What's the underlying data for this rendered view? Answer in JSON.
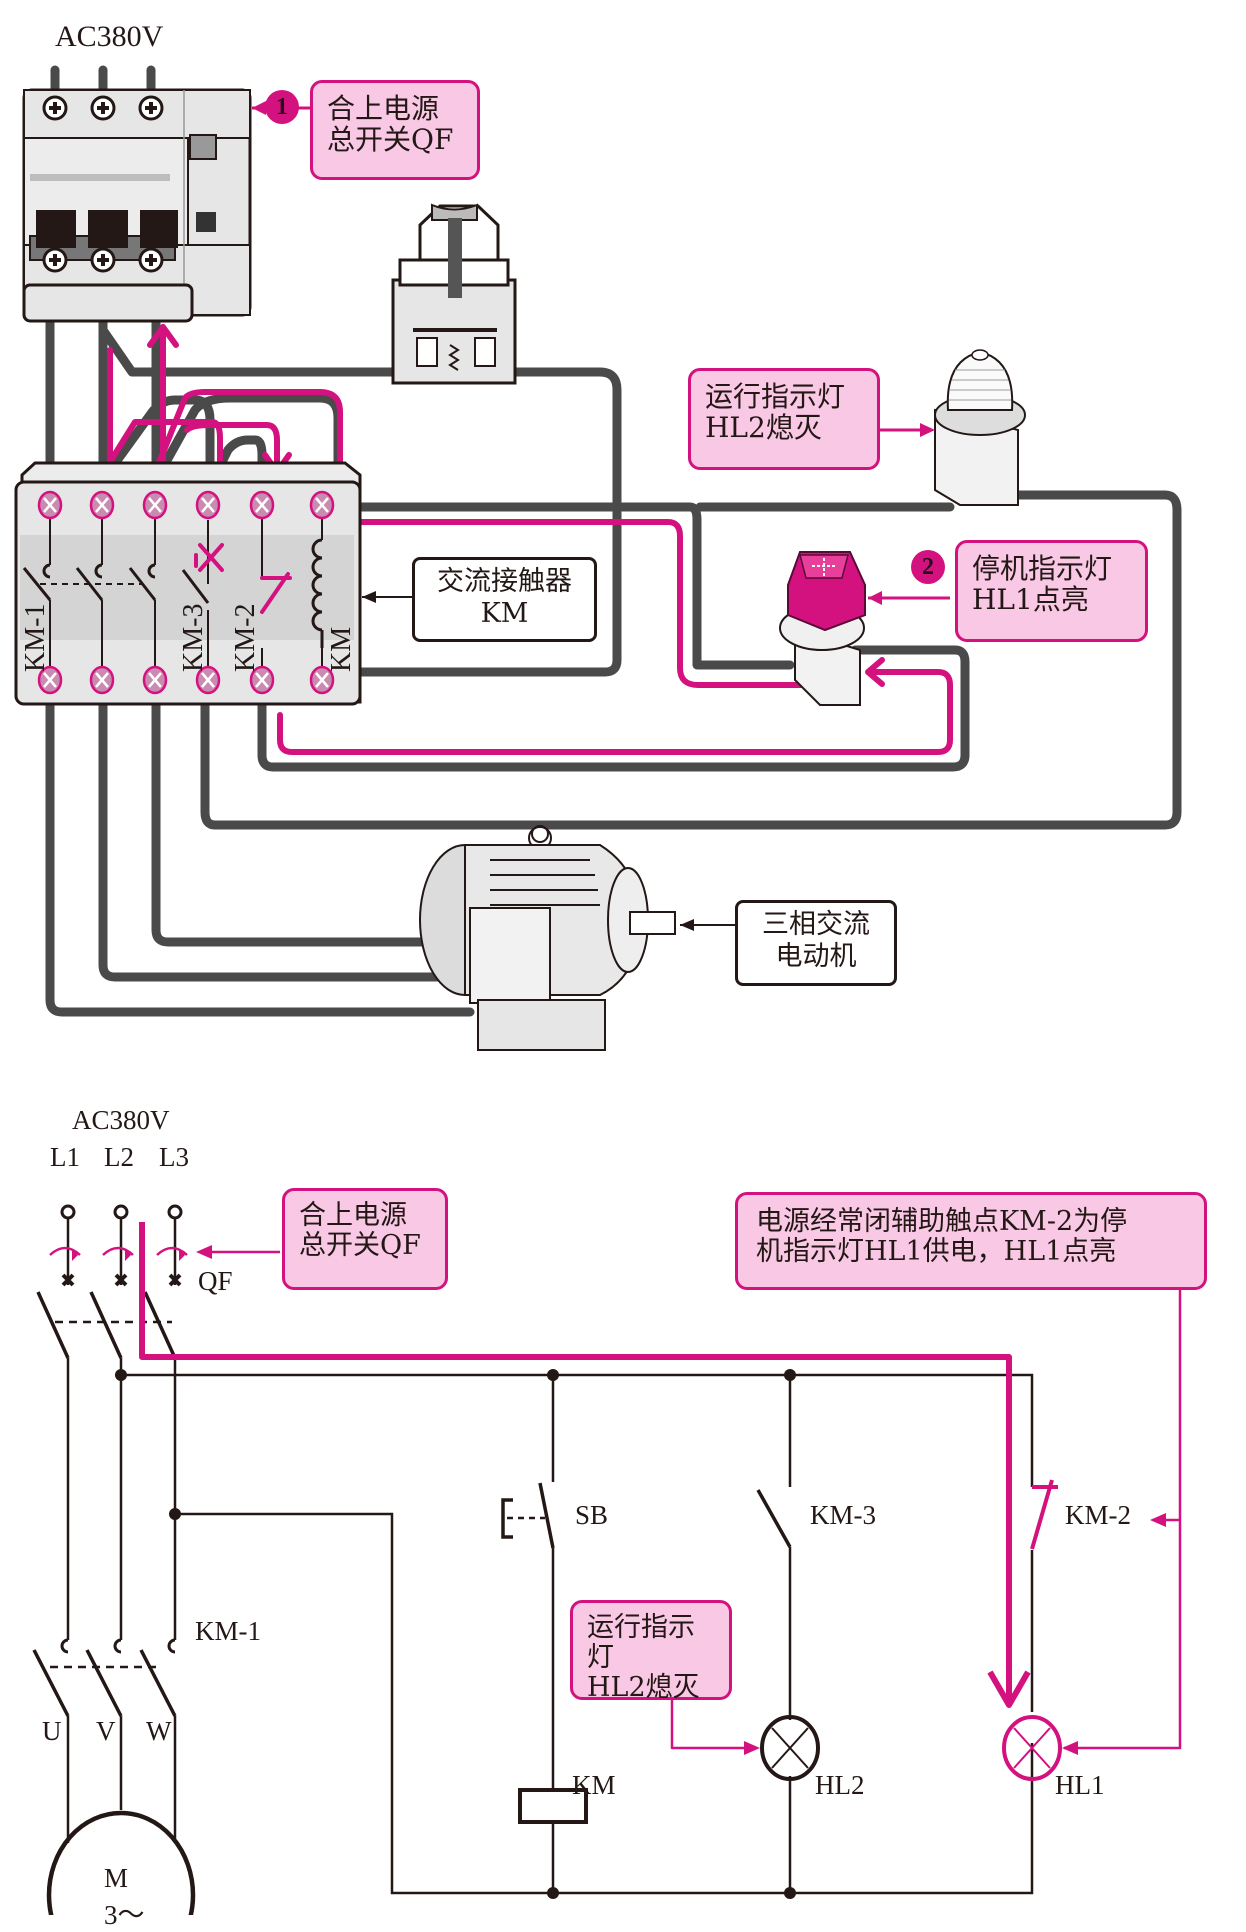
{
  "colors": {
    "accent": "#d4127f",
    "callout_fill": "#f8c8e4",
    "wire": "#4a4a4a",
    "line": "#231815",
    "device_fill": "#e6e6e6"
  },
  "wiring_diagram": {
    "supply_label": "AC380V",
    "callouts": {
      "breaker": {
        "step": "1",
        "line1": "合上电源",
        "line2": "总开关QF"
      },
      "hl2": {
        "line1": "运行指示灯",
        "line2": "HL2熄灭"
      },
      "hl1": {
        "step": "2",
        "line1": "停机指示灯",
        "line2": "HL1点亮"
      }
    },
    "contactor_box": {
      "line1": "交流接触器",
      "line2": "KM"
    },
    "motor_box": {
      "line1": "三相交流",
      "line2": "电动机"
    },
    "contactor_labels": {
      "km1": "KM-1",
      "km3": "KM-3",
      "km2": "KM-2",
      "coil": "KM"
    }
  },
  "schematic": {
    "supply_label": "AC380V",
    "phases": [
      "L1",
      "L2",
      "L3"
    ],
    "qf_label": "QF",
    "breaker_callout": {
      "line1": "合上电源",
      "line2": "总开关QF"
    },
    "km1_label": "KM-1",
    "motor_terminals": [
      "U",
      "V",
      "W"
    ],
    "motor_line1": "M",
    "motor_line2": "3～",
    "sb_label": "SB",
    "km3_label": "KM-3",
    "km2_label": "KM-2",
    "coil_label": "KM",
    "hl2_label": "HL2",
    "hl1_label": "HL1",
    "hl2_callout": {
      "line1": "运行指示灯",
      "line2": "HL2熄灭"
    },
    "km2_callout": {
      "line1": "电源经常闭辅助触点KM-2为停",
      "line2": "机指示灯HL1供电，HL1点亮"
    }
  }
}
